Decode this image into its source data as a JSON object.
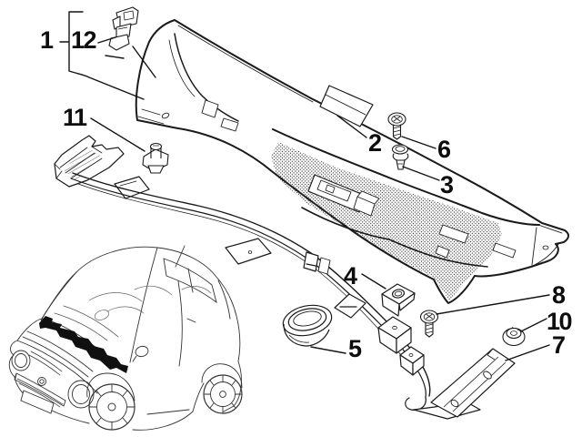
{
  "diagram": {
    "background": "#ffffff",
    "ink": "#1a1a1a",
    "highlight": "#101010",
    "callouts": {
      "c1": {
        "label": "1"
      },
      "c2": {
        "label": "2"
      },
      "c3": {
        "label": "3"
      },
      "c4": {
        "label": "4"
      },
      "c5": {
        "label": "5"
      },
      "c6": {
        "label": "6"
      },
      "c7": {
        "label": "7"
      },
      "c8": {
        "label": "8"
      },
      "c10": {
        "label": "10"
      },
      "c11": {
        "label": "11"
      },
      "c12": {
        "label": "12"
      }
    }
  }
}
